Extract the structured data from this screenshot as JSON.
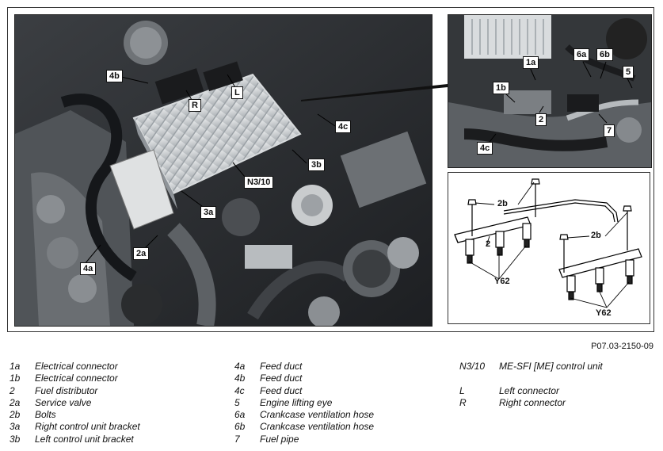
{
  "figure_id": "P07.03-2150-09",
  "main_photo": {
    "callouts": {
      "c4b": "4b",
      "cR": "R",
      "cL": "L",
      "c4c": "4c",
      "c3b": "3b",
      "cN310": "N3/10",
      "c3a": "3a",
      "c2a": "2a",
      "c4a": "4a"
    }
  },
  "detail_photo": {
    "callouts": {
      "d1a": "1a",
      "d6a": "6a",
      "d6b": "6b",
      "d5": "5",
      "d1b": "1b",
      "d2": "2",
      "d7": "7",
      "d4c": "4c"
    }
  },
  "rail_diagram": {
    "labels": {
      "r2b_top": "2b",
      "r2b_right": "2b",
      "r2": "2",
      "rY62_left": "Y62",
      "rY62_right": "Y62"
    }
  },
  "legend": {
    "col1": [
      {
        "code": "1a",
        "text": "Electrical connector"
      },
      {
        "code": "1b",
        "text": "Electrical connector"
      },
      {
        "code": "2",
        "text": "Fuel distributor"
      },
      {
        "code": "2a",
        "text": "Service valve"
      },
      {
        "code": "2b",
        "text": "Bolts"
      },
      {
        "code": "3a",
        "text": "Right control unit bracket"
      },
      {
        "code": "3b",
        "text": "Left control unit bracket"
      }
    ],
    "col2": [
      {
        "code": "4a",
        "text": "Feed duct"
      },
      {
        "code": "4b",
        "text": "Feed duct"
      },
      {
        "code": "4c",
        "text": "Feed duct"
      },
      {
        "code": "5",
        "text": "Engine lifting eye"
      },
      {
        "code": "6a",
        "text": "Crankcase ventilation hose"
      },
      {
        "code": "6b",
        "text": "Crankcase ventilation hose"
      },
      {
        "code": "7",
        "text": "Fuel pipe"
      }
    ],
    "col3": [
      {
        "code": "N3/10",
        "text": "ME-SFI [ME] control unit"
      },
      {
        "code": "",
        "text": ""
      },
      {
        "code": "L",
        "text": "Left connector"
      },
      {
        "code": "R",
        "text": "Right connector"
      }
    ]
  }
}
